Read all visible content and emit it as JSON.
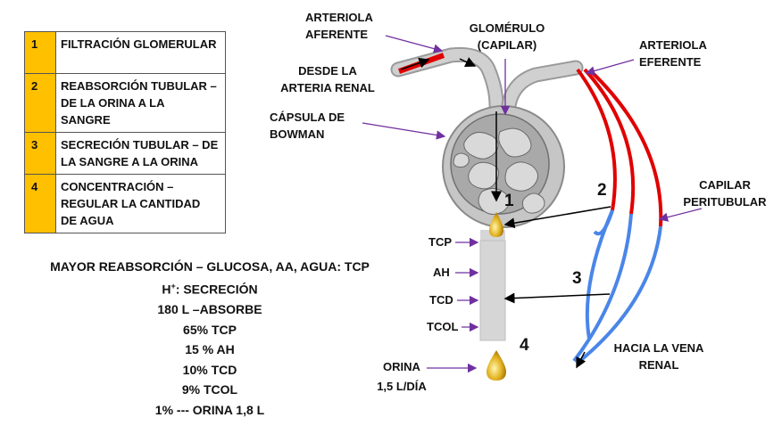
{
  "steps": [
    {
      "num": "1",
      "lines": [
        "FILTRACIÓN GLOMERULAR"
      ]
    },
    {
      "num": "2",
      "lines": [
        "REABSORCIÓN TUBULAR –",
        "DE LA ORINA A LA",
        "SANGRE"
      ]
    },
    {
      "num": "3",
      "lines": [
        "SECRECIÓN TUBULAR – DE",
        "LA SANGRE A LA ORINA"
      ]
    },
    {
      "num": "4",
      "lines": [
        "CONCENTRACIÓN –",
        "REGULAR LA CANTIDAD",
        "DE AGUA"
      ]
    }
  ],
  "stats": {
    "line1": "MAYOR REABSORCIÓN – GLUCOSA, AA, AGUA: TCP",
    "line2_sym": "H",
    "line2_sup": "+",
    "line2_rest": ": SECRECIÓN",
    "line3": "180 L –ABSORBE",
    "line4": "65% TCP",
    "line5": "15 % AH",
    "line6": "10% TCD",
    "line7": "9% TCOL",
    "line8": "1% --- ORINA 1,8 L"
  },
  "labels": {
    "arteriola_aferente": [
      "ARTERIOLA",
      "AFERENTE"
    ],
    "glomerulo": [
      "GLOMÉRULO",
      "(CAPILAR)"
    ],
    "arteriola_eferente": [
      "ARTERIOLA",
      "EFERENTE"
    ],
    "desde_arteria": [
      "DESDE LA",
      "ARTERIA RENAL"
    ],
    "capsula": [
      "CÁPSULA DE",
      "BOWMAN"
    ],
    "capilar_peritubular": [
      "CAPILAR",
      "PERITUBULAR"
    ],
    "hacia_vena": [
      "HACIA LA VENA",
      "RENAL"
    ],
    "tcp": "TCP",
    "ah": "AH",
    "tcd": "TCD",
    "tcol": "TCOL",
    "orina": [
      "ORINA",
      "1,5 L/DÍA"
    ]
  },
  "process_numbers": {
    "n1": "1",
    "n2": "2",
    "n3": "3",
    "n4": "4"
  },
  "colors": {
    "accent_yellow": "#ffc000",
    "artery_red": "#e00000",
    "vein_blue": "#4a86e8",
    "pointer_purple": "#7030a0",
    "tissue_gray": "#bfbfbf"
  }
}
